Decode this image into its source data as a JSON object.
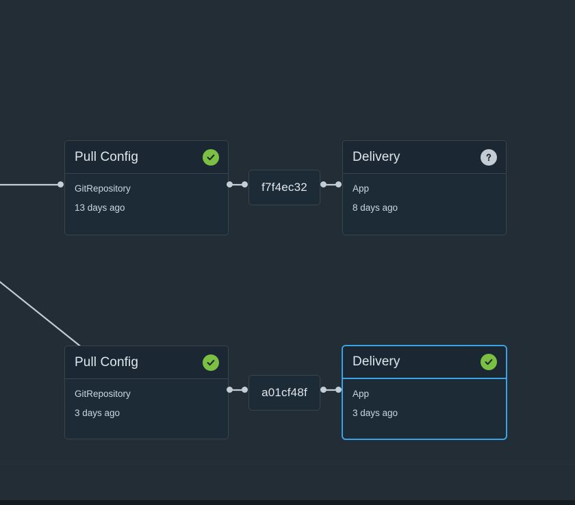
{
  "canvas": {
    "background_color": "#222d35",
    "selection_color": "#3ba4e8",
    "node_background_color": "#1d2b36",
    "node_border_color": "#39454e",
    "edge_color": "#c5ced6",
    "status_ready_color": "#7cc043",
    "status_unknown_color": "#c3ccd3"
  },
  "graph": {
    "rows": [
      {
        "id": "row-top",
        "source_node": {
          "title": "Pull Config",
          "kind": "GitRepository",
          "age": "13 days ago",
          "status": "ready",
          "status_icon": "check-circle-icon",
          "selected": false
        },
        "revision_node": {
          "label": "f7f4ec32"
        },
        "target_node": {
          "title": "Delivery",
          "kind": "App",
          "age": "8 days ago",
          "status": "unknown",
          "status_icon": "question-circle-icon",
          "selected": false
        }
      },
      {
        "id": "row-bottom",
        "source_node": {
          "title": "Pull Config",
          "kind": "GitRepository",
          "age": "3 days ago",
          "status": "ready",
          "status_icon": "check-circle-icon",
          "selected": false
        },
        "revision_node": {
          "label": "a01cf48f"
        },
        "target_node": {
          "title": "Delivery",
          "kind": "App",
          "age": "3 days ago",
          "status": "ready",
          "status_icon": "check-circle-icon",
          "selected": true
        }
      }
    ]
  }
}
